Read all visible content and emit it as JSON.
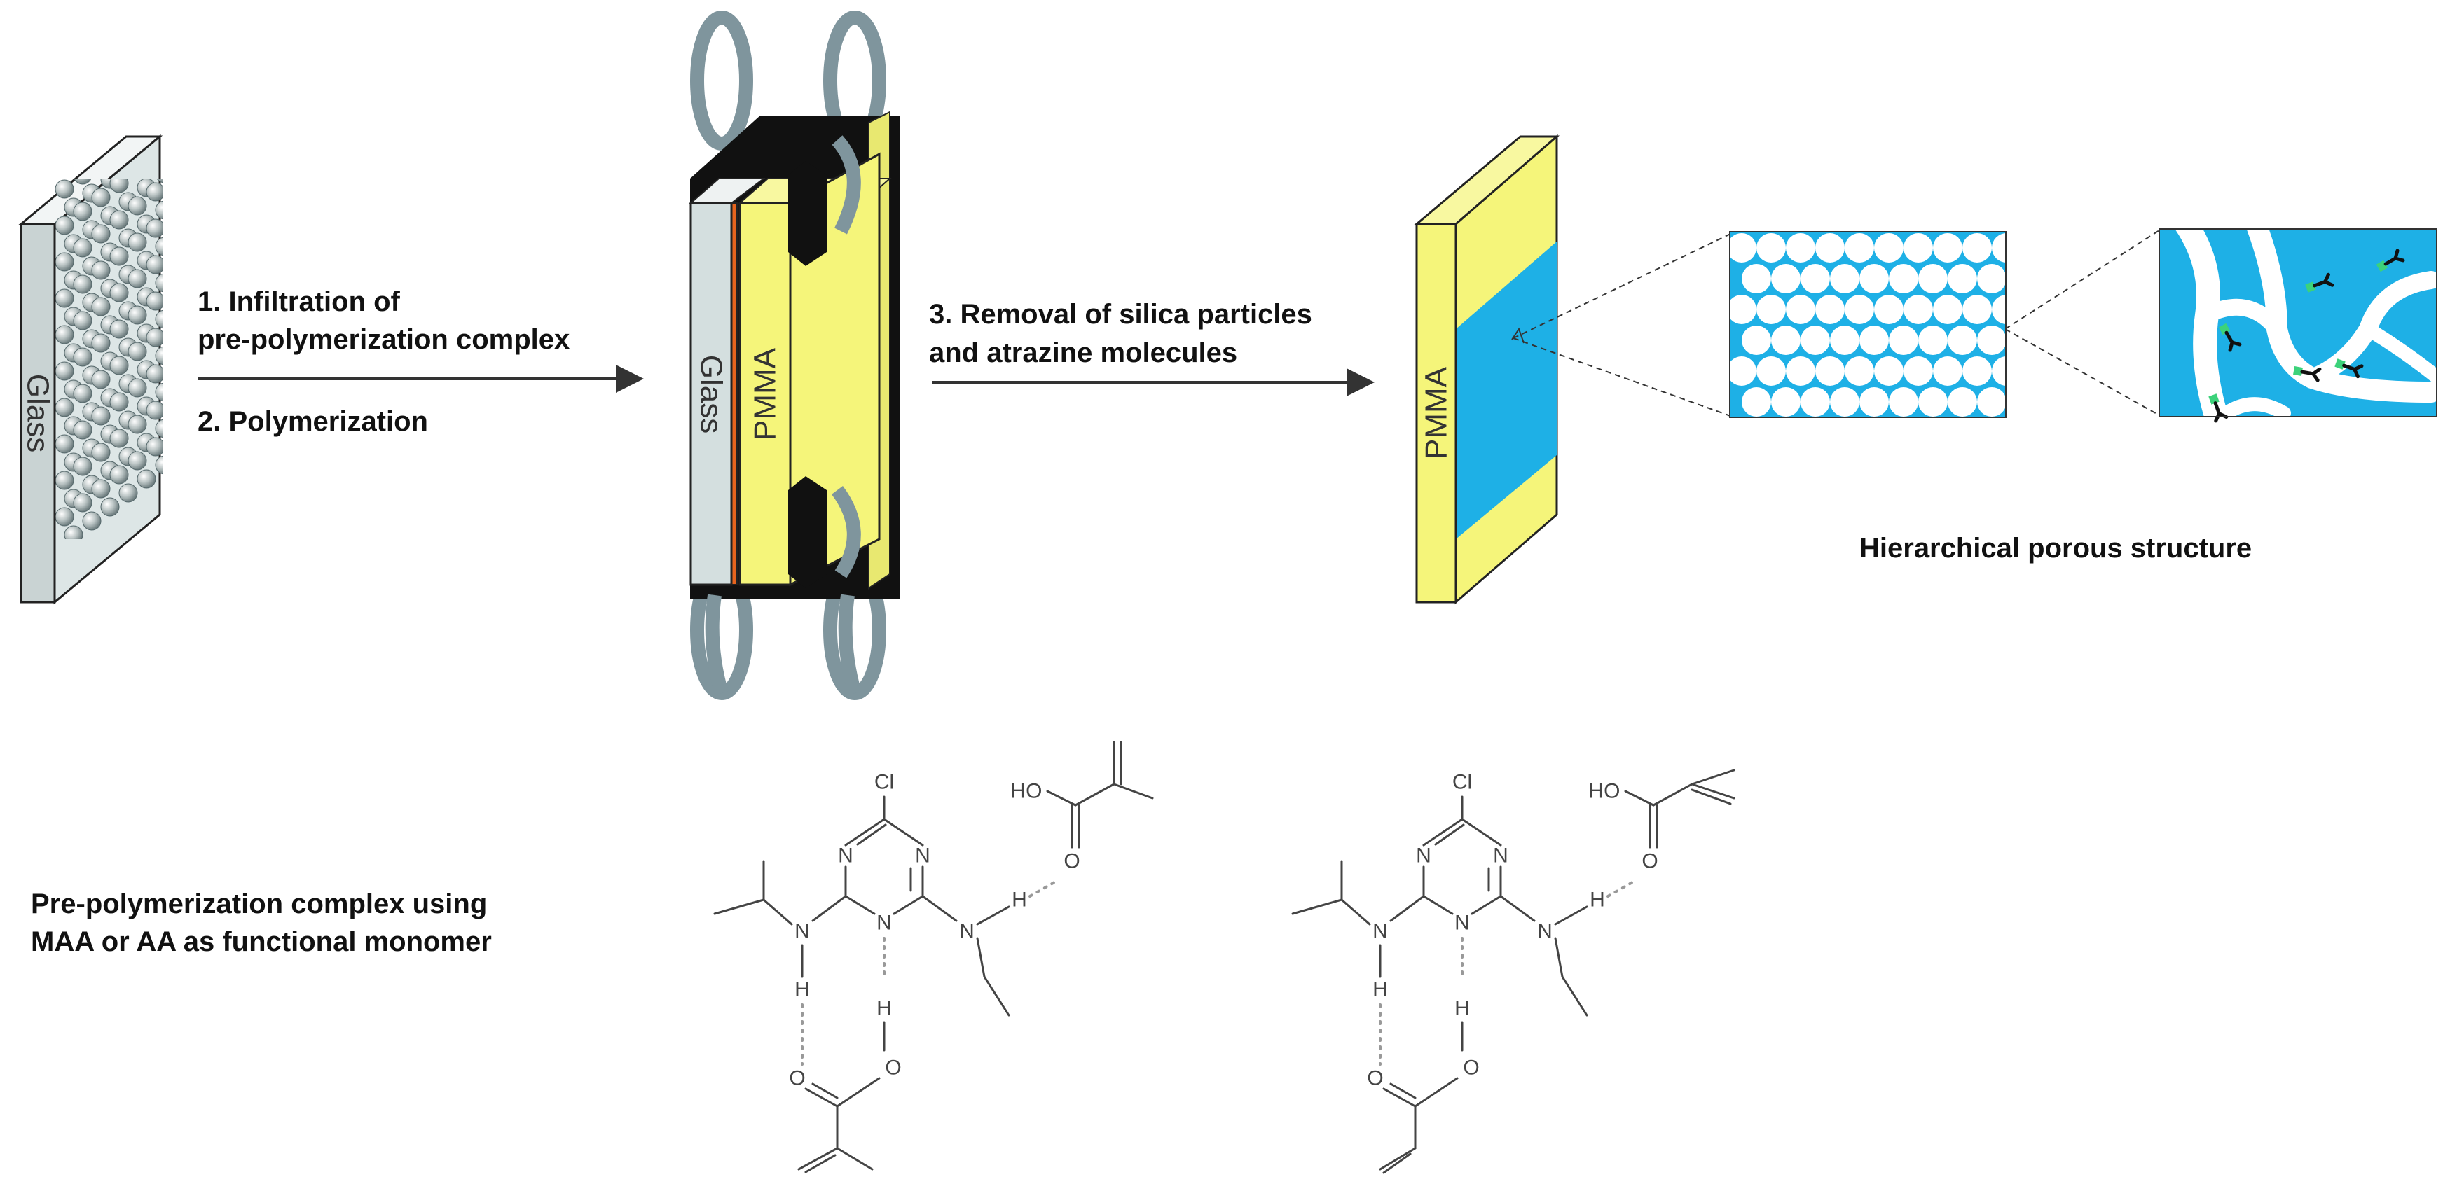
{
  "labels": {
    "glass_plate": "Glass",
    "assembly_glass": "Glass",
    "assembly_pmma": "PMMA",
    "final_pmma": "PMMA"
  },
  "steps": {
    "step1_line1": "1. Infiltration of",
    "step1_line2": "pre-polymerization complex",
    "step2": "2. Polymerization",
    "step3_line1": "3. Removal of silica particles",
    "step3_line2": "and atrazine molecules"
  },
  "structure_caption": "Hierarchical porous structure",
  "complex_caption": {
    "line1": "Pre-polymerization complex using",
    "line2": "MAA or AA as functional monomer"
  },
  "atoms": {
    "Cl": "Cl",
    "N": "N",
    "H": "H",
    "O": "O",
    "HO": "HO"
  },
  "colors": {
    "glass_face": "#d4dfdf",
    "pmma_yellow": "#f5f57a",
    "pores_blue": "#1eb0e6",
    "orange_layer": "#e6641e",
    "clip_gray": "#7f959d",
    "binding_green": "#3cd27a"
  }
}
